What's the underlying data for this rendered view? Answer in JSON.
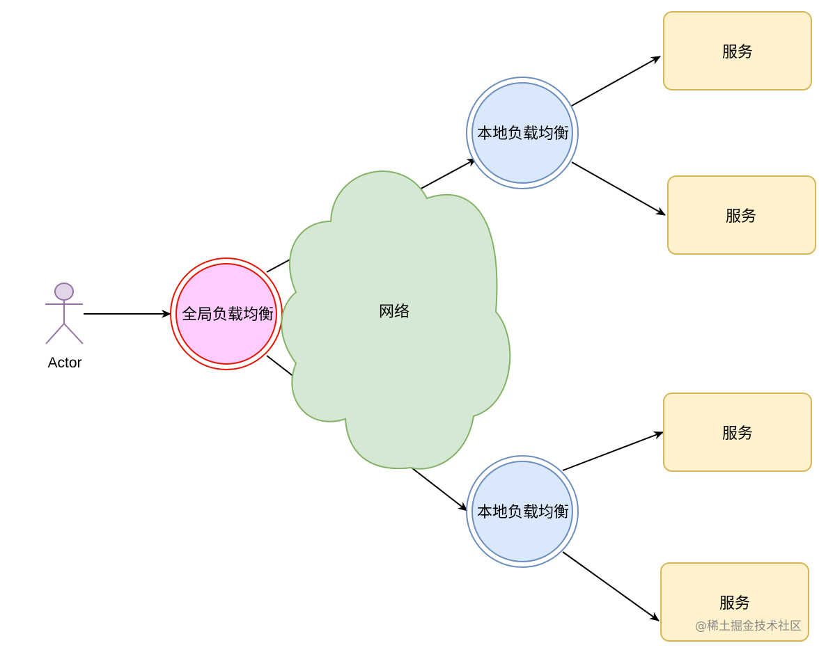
{
  "actor": {
    "label": "Actor"
  },
  "global_lb": {
    "label": "全局负载均衡"
  },
  "network": {
    "label": "网络"
  },
  "local_lbs": [
    {
      "label": "本地负载均衡"
    },
    {
      "label": "本地负载均衡"
    }
  ],
  "services": [
    {
      "label": "服务"
    },
    {
      "label": "服务"
    },
    {
      "label": "服务"
    },
    {
      "label": "服务"
    }
  ],
  "watermark": "@稀土掘金技术社区",
  "colors": {
    "actor_fill": "#e1d5e7",
    "actor_stroke": "#9673a6",
    "global_fill": "#ffccff",
    "global_stroke": "#e51400",
    "network_fill": "#d5e8d4",
    "network_stroke": "#82b366",
    "local_fill": "#dae8fc",
    "local_stroke": "#6c8ebf",
    "service_fill": "#fff2cc",
    "service_stroke": "#d6b656"
  }
}
